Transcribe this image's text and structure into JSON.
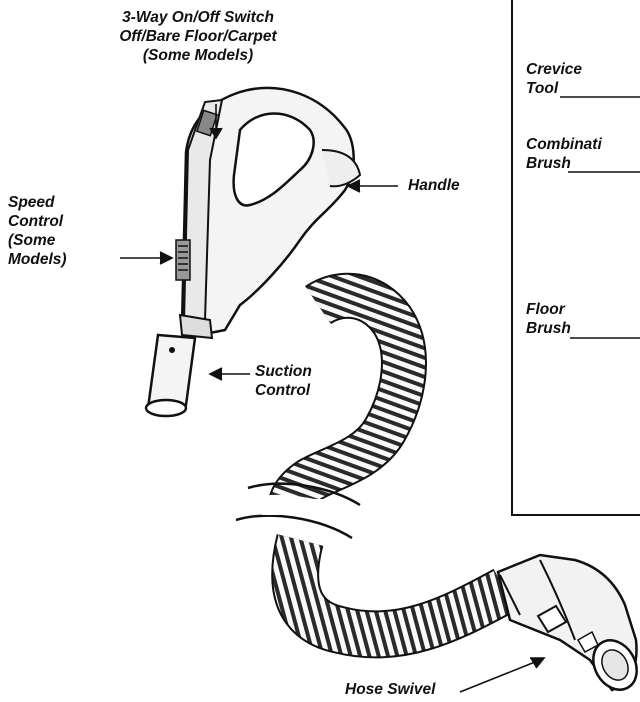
{
  "callouts": {
    "switch": [
      "3-Way On/Off Switch",
      "Off/Bare Floor/Carpet",
      "(Some Models)"
    ],
    "speed": [
      "Speed",
      "Control",
      "(Some",
      "Models)"
    ],
    "handle": "Handle",
    "suction": [
      "Suction",
      "Control"
    ],
    "swivel": "Hose Swivel"
  },
  "inset": {
    "crevice": [
      "Crevice",
      "Tool"
    ],
    "combination": [
      "Combinati",
      "Brush"
    ],
    "floor": [
      "Floor",
      "Brush"
    ]
  }
}
